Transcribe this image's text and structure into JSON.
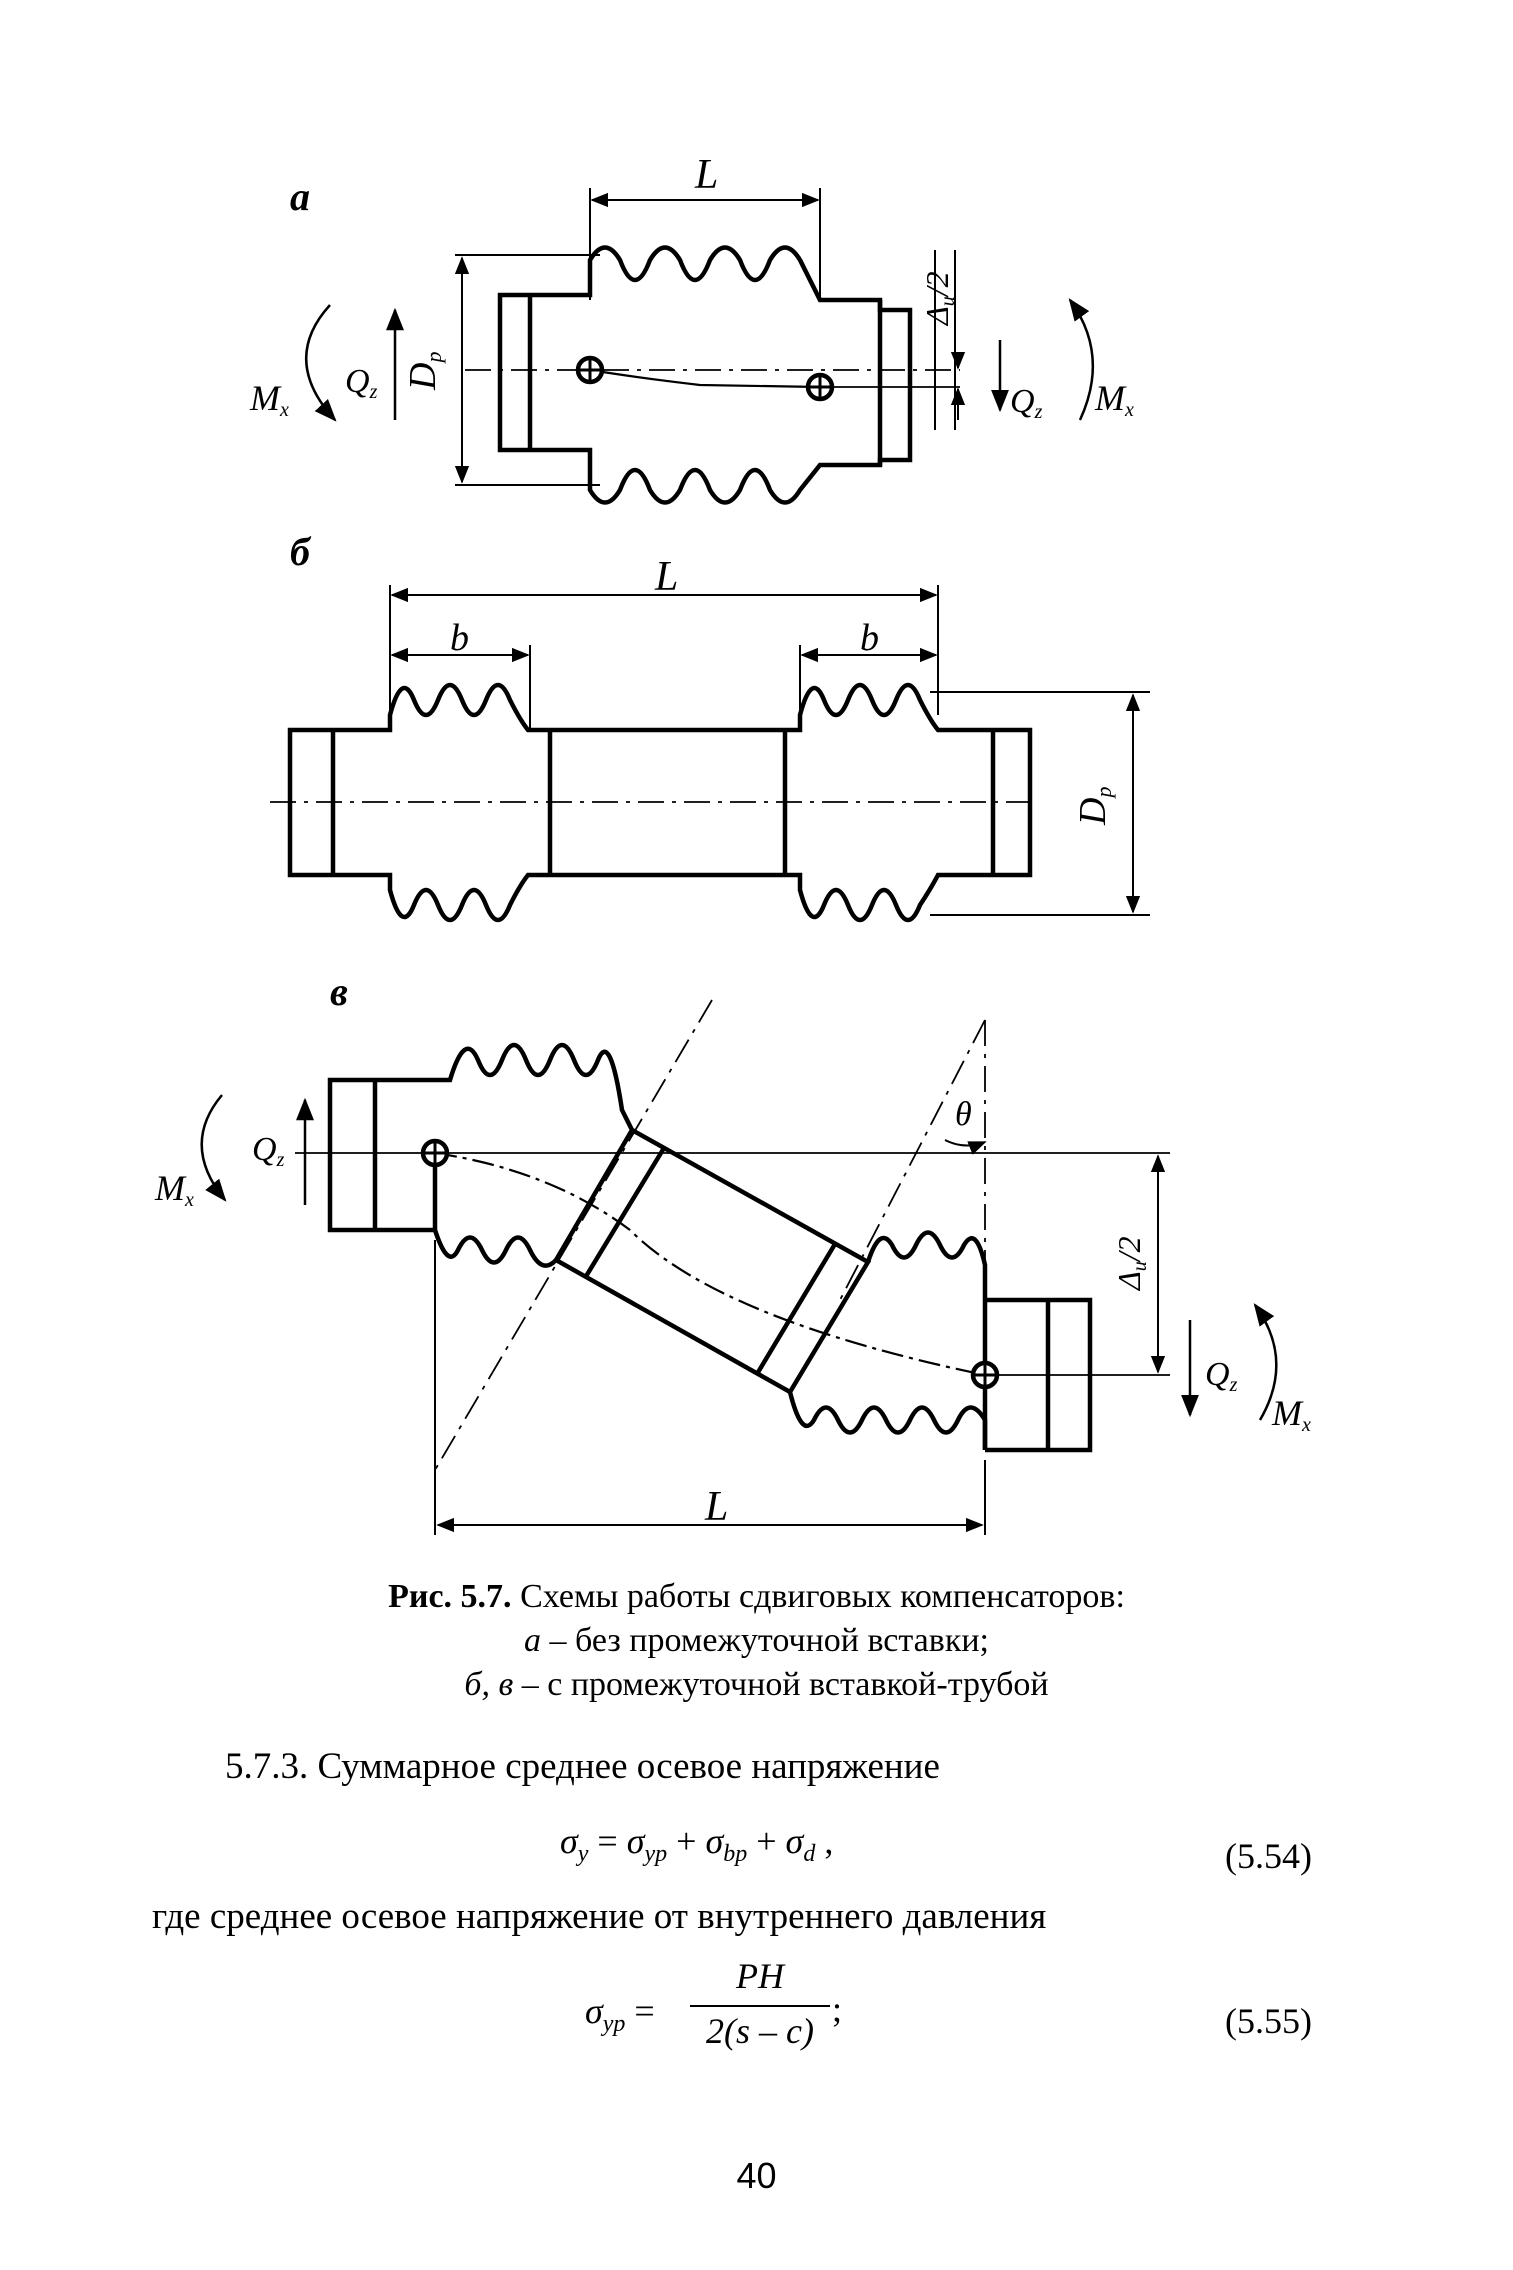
{
  "figure": {
    "panel_a": {
      "tag": "а",
      "L": "L",
      "Dp": "D",
      "Dp_sub": "p",
      "delta": "Δ",
      "delta_sub": "u",
      "delta_tail": "/2",
      "Mx": "M",
      "Mx_sub": "x",
      "Qz": "Q",
      "Qz_sub": "z"
    },
    "panel_b": {
      "tag": "б",
      "L": "L",
      "b": "b",
      "Dp": "D",
      "Dp_sub": "p"
    },
    "panel_c": {
      "tag": "в",
      "theta": "θ",
      "L": "L",
      "delta": "Δ",
      "delta_sub": "u",
      "delta_tail": "/2",
      "Mx": "M",
      "Mx_sub": "x",
      "Qz": "Q",
      "Qz_sub": "z"
    }
  },
  "caption": {
    "number": "Рис. 5.7.",
    "title": "Схемы работы сдвиговых компенсаторов:",
    "line2_letter": "а",
    "line2": " – без промежуточной вставки;",
    "line3_letters": "б, в",
    "line3": " – с промежуточной вставкой-трубой"
  },
  "section": {
    "heading": "5.7.3. Суммарное среднее осевое напряжение",
    "formula1_number": "(5.54)",
    "intro2": "где среднее осевое напряжение от внутреннего давления",
    "formula2_numerator": "PH",
    "formula2_denominator": "2(s – c)",
    "formula2_number": "(5.55)"
  },
  "page_number": "40"
}
